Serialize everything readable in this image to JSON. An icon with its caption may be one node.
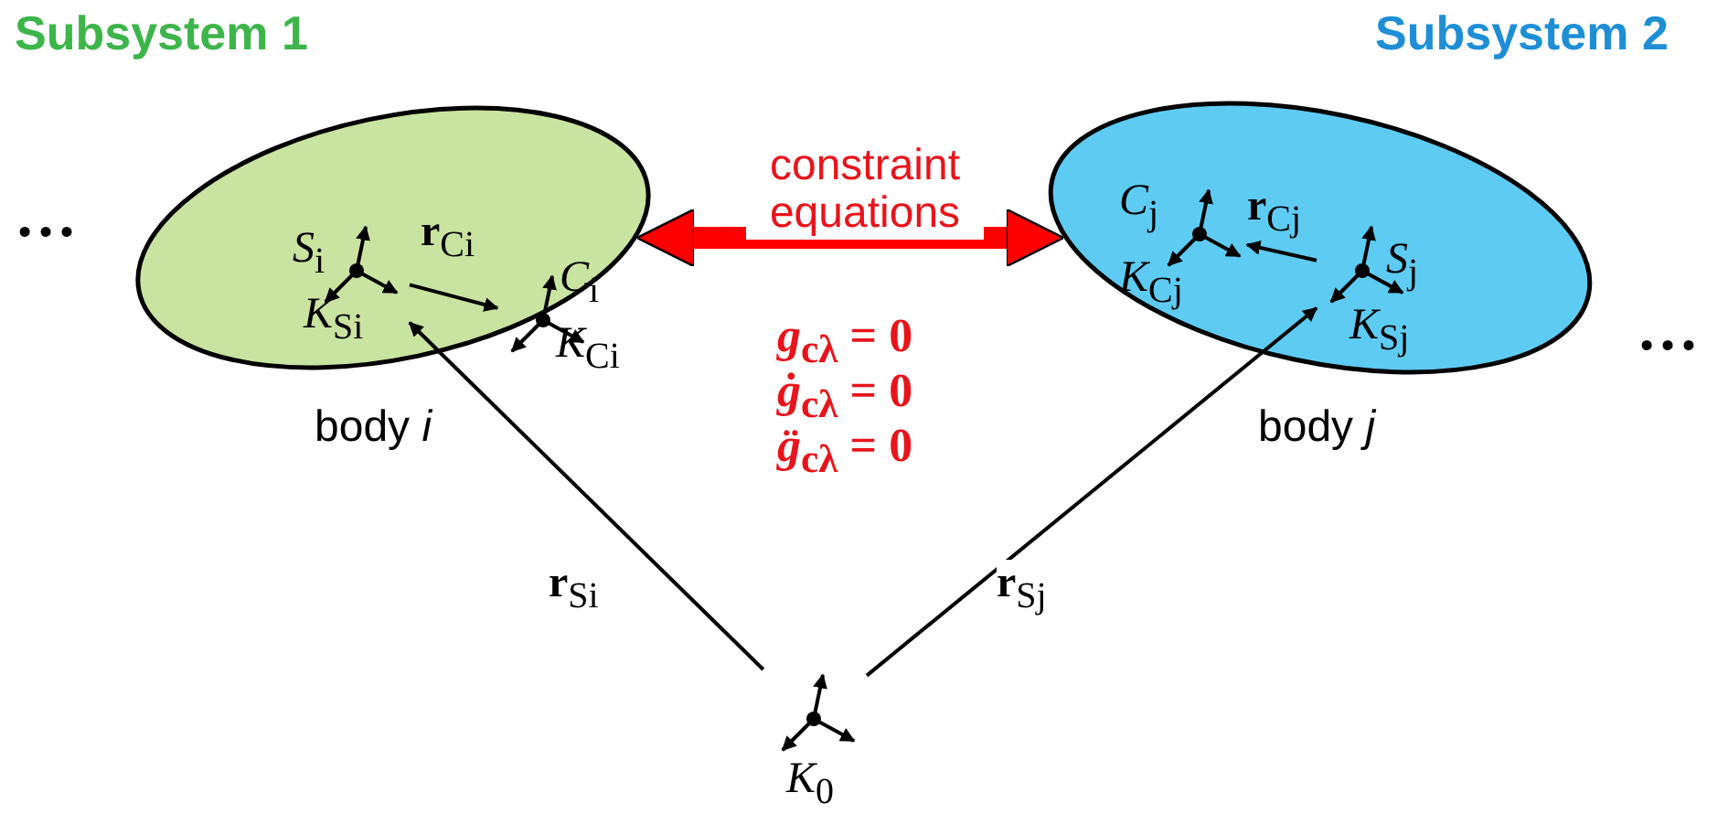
{
  "diagram": {
    "nodes": [
      {
        "text": [
          "body *i*"
        ]
      },
      {
        "text": [
          "*S*$_{i}$",
          "*K*$_{Si}$"
        ],
        "in": 0
      },
      {
        "text": [
          "*C*$_{i}$",
          "*K*$_{Ci}$"
        ],
        "in": 0
      },
      {
        "text": [
          "body *j*"
        ]
      },
      {
        "text": [
          "*C*$_{j}$",
          "*K*$_{Cj}$"
        ],
        "in": 3
      },
      {
        "text": [
          "*S*$_{j}$",
          "*K*$_{Sj}$"
        ],
        "in": 3
      },
      {
        "text": [
          "*K*$_{0}$"
        ]
      }
    ],
    "edges": [
      {
        "from": 1,
        "to": 2,
        "arrow": "to",
        "label": "**r**$_{Ci}$"
      },
      {
        "from": 5,
        "to": 4,
        "arrow": "to",
        "label": "**r**$_{Cj}$"
      },
      {
        "from": 0,
        "to": 3,
        "arrow": "both",
        "label": "constraint equations",
        "style": "thick",
        "color": "#ff0000"
      },
      {
        "from": 6,
        "to": 1,
        "arrow": "to",
        "label": "**r**$_{Si}$"
      },
      {
        "from": 6,
        "to": 5,
        "arrow": "to",
        "label": "**r**$_{Sj}$"
      }
    ],
    "labels": [
      "Subsystem 1",
      "Subsystem 2",
      "…",
      "*g*$_{cλ}$ = 0",
      "*ġ*$_{cλ}$ = 0",
      "*g̈*$_{cλ}$ = 0",
      "…"
    ]
  }
}
